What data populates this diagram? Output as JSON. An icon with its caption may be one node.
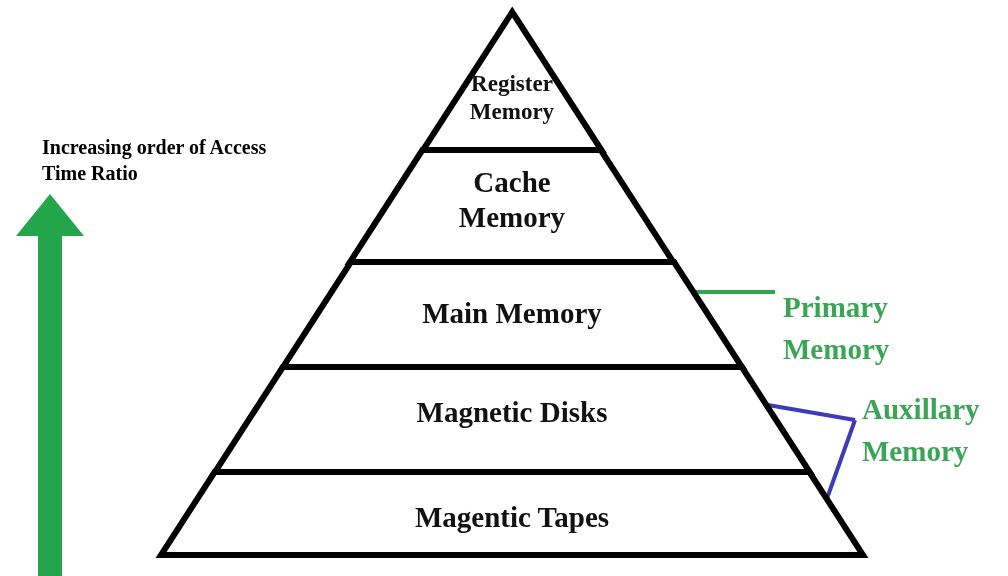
{
  "diagram": {
    "nodes": [
      {
        "text": [
          "Register Memory"
        ]
      },
      {
        "text": [
          "Cache Memory"
        ]
      },
      {
        "text": [
          "Main Memory"
        ]
      },
      {
        "text": [
          "Magnetic Disks"
        ]
      },
      {
        "text": [
          "Magentic Tapes"
        ]
      },
      {
        "text": [
          "Primary Memory"
        ]
      },
      {
        "text": [
          "Auxillary Memory"
        ]
      }
    ],
    "edges": [
      {
        "from": 5,
        "to": 2,
        "arrow": "none",
        "color": "#2ea44f"
      },
      {
        "from": 6,
        "to": 3,
        "arrow": "none",
        "color": "#3c3cb4"
      },
      {
        "from": 6,
        "to": 4,
        "arrow": "none",
        "color": "#3c3cb4"
      }
    ],
    "labels": [
      "Increasing order of Access Time Ratio"
    ]
  }
}
